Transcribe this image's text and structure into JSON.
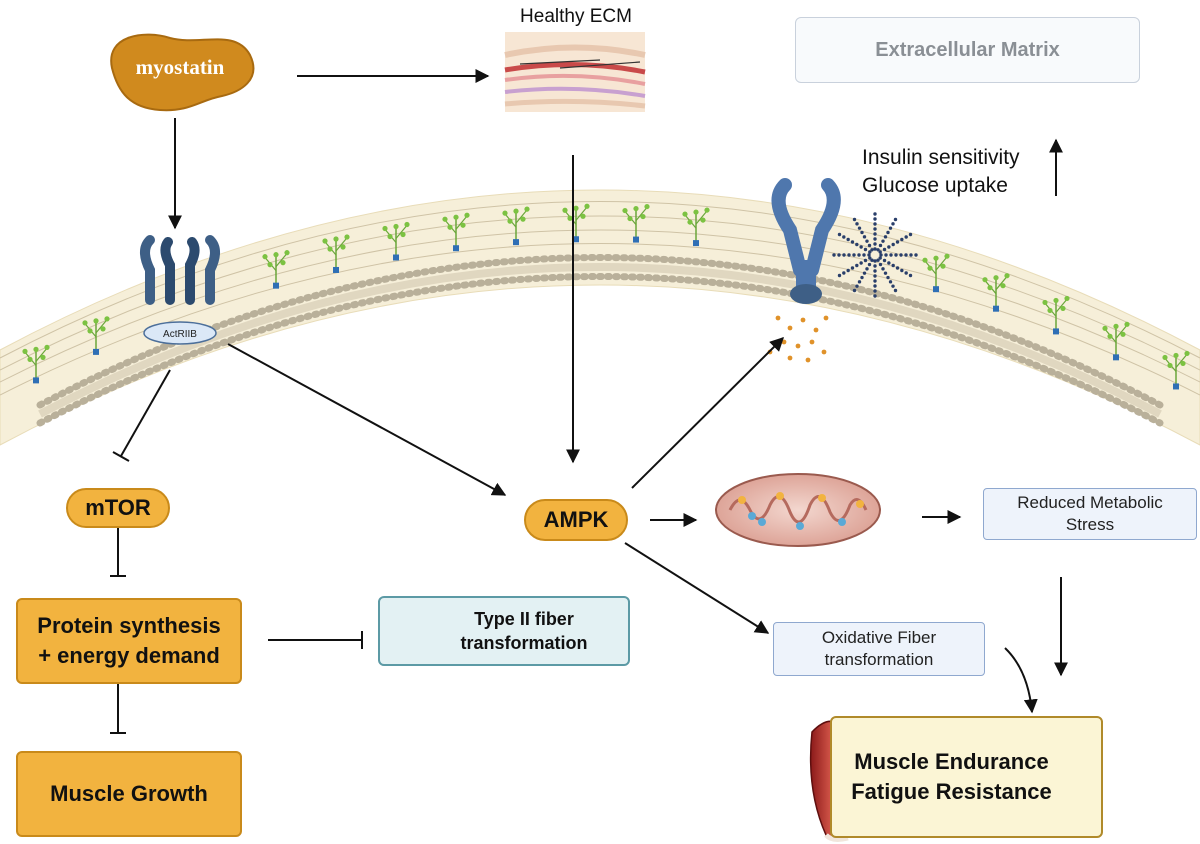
{
  "labels": {
    "myostatin": "myostatin",
    "healthy_ecm": "Healthy ECM",
    "extracellular_matrix": "Extracellular Matrix",
    "insulin_sensitivity": "Insulin sensitivity",
    "glucose_uptake": "Glucose uptake",
    "actriib": "ActRIIB",
    "mtor": "mTOR",
    "ampk": "AMPK",
    "protein_synthesis": "Protein synthesis\n+ energy demand",
    "type2_fiber": "Type II fiber\ntransformation",
    "muscle_growth": "Muscle Growth",
    "reduced_stress": "Reduced Metabolic\nStress",
    "oxidative_fiber": "Oxidative Fiber\ntransformation",
    "endurance": "Muscle Endurance\nFatigue Resistance"
  },
  "colors": {
    "orange_fill": "#f2b33f",
    "orange_border": "#c98a1a",
    "myostatin_fill": "#d08a1e",
    "membrane_fill": "#f6efd9",
    "membrane_bead": "#b9b09a",
    "receptor_blue": "#3e5f86",
    "glyco_green": "#7cc242",
    "arrow": "#111111"
  }
}
